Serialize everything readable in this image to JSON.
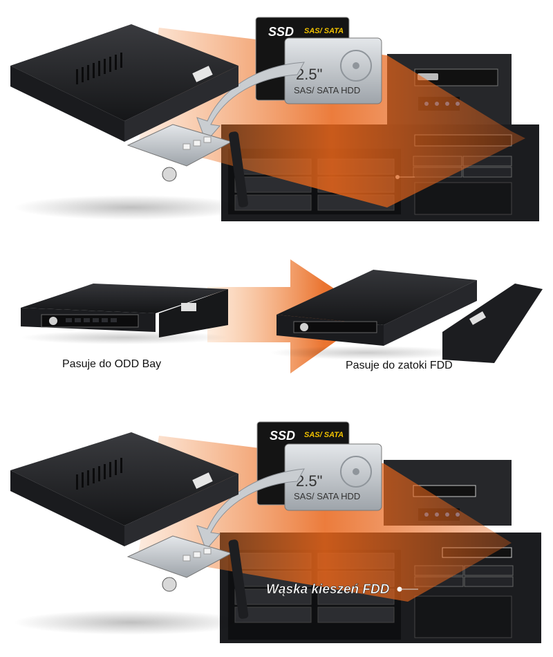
{
  "top_scene": {
    "ssd_label": "SSD",
    "ssd_interface": "SAS/ SATA",
    "hdd_size": "2.5\"",
    "hdd_interface": "SAS/ SATA HDD"
  },
  "middle_scene": {
    "caption_left": "Pasuje do ODD Bay",
    "caption_right": "Pasuje do zatoki FDD"
  },
  "bottom_scene": {
    "ssd_label": "SSD",
    "ssd_interface": "SAS/ SATA",
    "hdd_size": "2.5\"",
    "hdd_interface": "SAS/ SATA HDD",
    "callout": "Wąska kieszeń FDD"
  },
  "colors": {
    "accent_orange": "#e8651a",
    "enclosure_black": "#1e1f22",
    "metal_silver": "#c9cdd1"
  }
}
